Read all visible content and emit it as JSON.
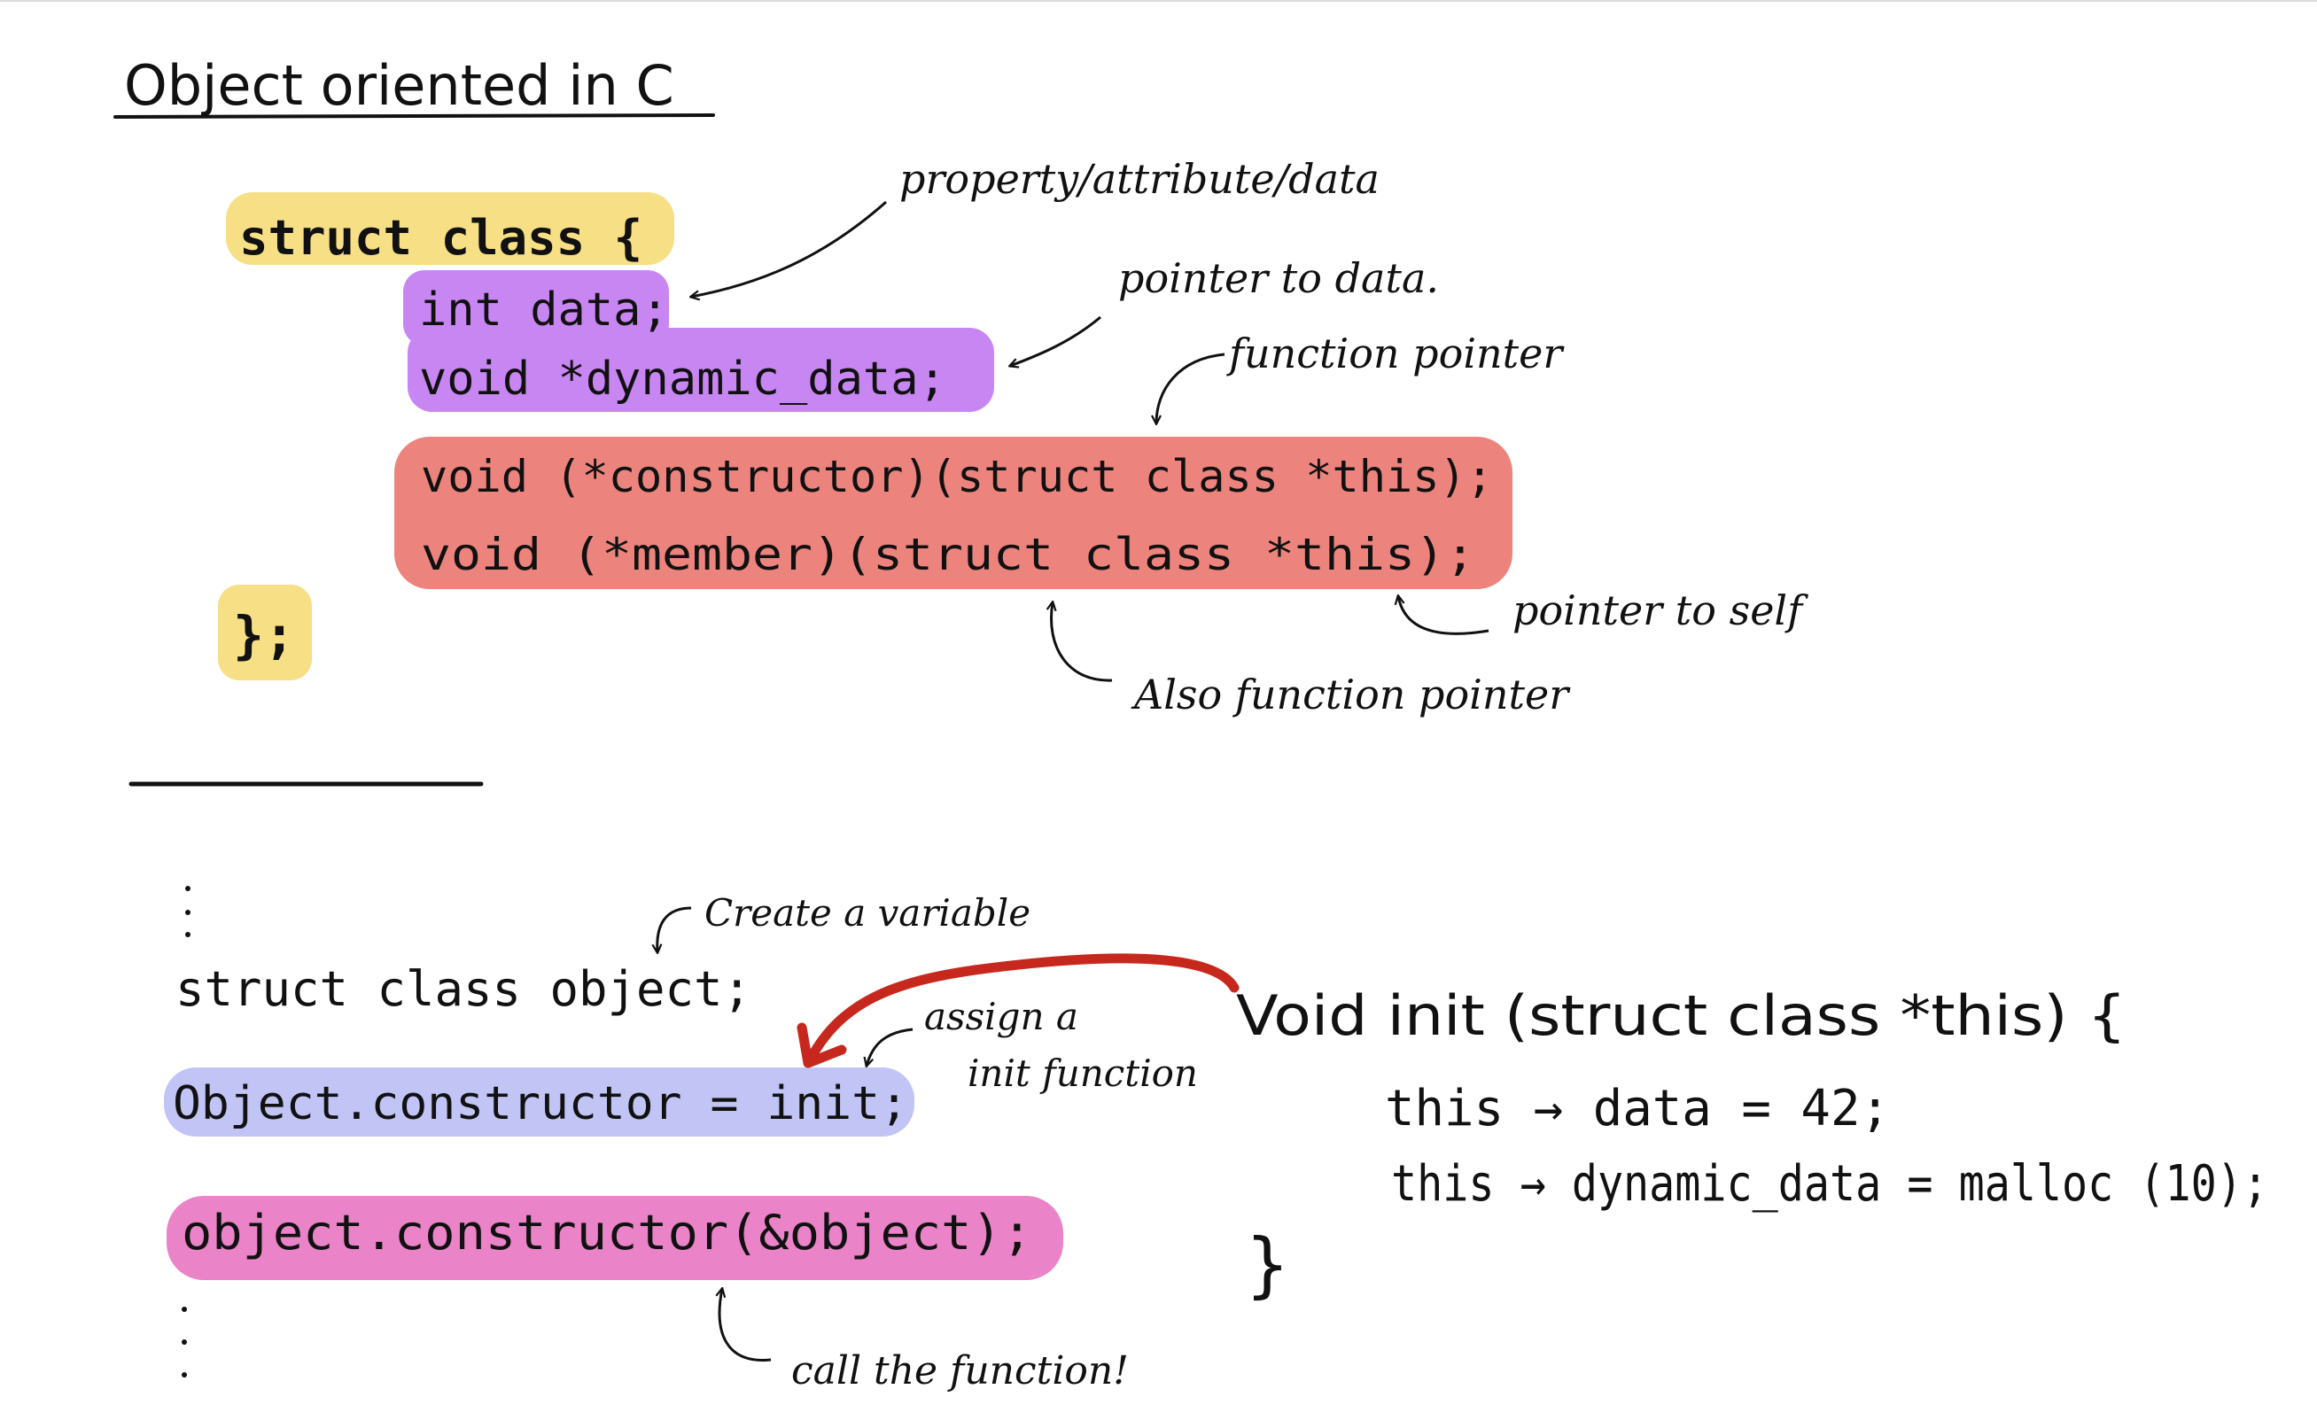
{
  "colors": {
    "yellow": "#f6df84",
    "purple": "#c886f2",
    "salmon": "#ec847d",
    "lavender": "#c1c4f5",
    "pink": "#ea83c8",
    "red_arrow": "#c7281e",
    "ink": "#111111"
  },
  "title": "Object oriented in C",
  "struct": {
    "open": "struct class {",
    "field_data": "int data;",
    "field_dynamic": "void *dynamic_data;",
    "field_constructor": "void (*constructor)(struct class *this);",
    "field_member": "void (*member)(struct class *this);",
    "close": "};"
  },
  "notes": {
    "property": "property/attribute/data",
    "pointer_to_data": "pointer to data.",
    "function_pointer": "function pointer",
    "pointer_to_self": "pointer to self",
    "also_function_pointer": "Also function pointer",
    "create_variable": "Create a variable",
    "assign_a": "assign a",
    "init_function": "init function",
    "call_function": "call the function!"
  },
  "usage": {
    "declare": "struct class object;",
    "assign": "Object.constructor = init;",
    "call": "object.constructor(&object);"
  },
  "init_fn": {
    "signature": "Void init (struct class *this) {",
    "line1": "this → data = 42;",
    "line2": "this → dynamic_data = malloc (10);",
    "close": "}"
  },
  "icons": [
    "arrow-icon",
    "ellipsis-dots-icon"
  ]
}
